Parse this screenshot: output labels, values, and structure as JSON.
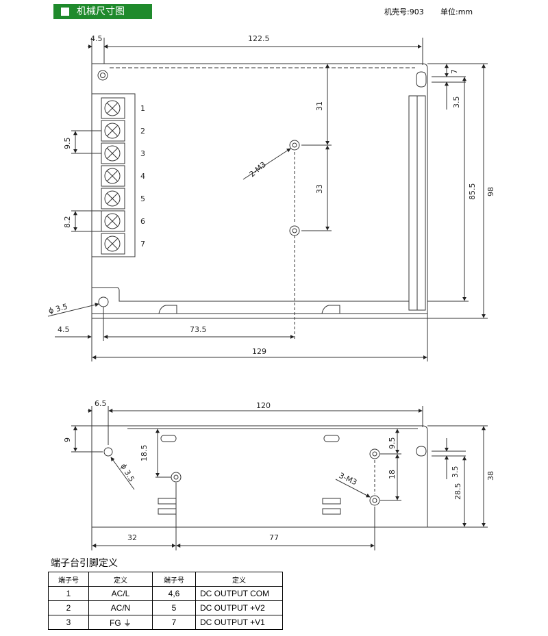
{
  "header": {
    "title": "机械尺寸图",
    "case_number": "机壳号:903",
    "unit": "单位:mm"
  },
  "top_view": {
    "dims": {
      "w_122_5": "122.5",
      "left_4_5_top": "4.5",
      "d_7": "7",
      "d_3_5": "3.5",
      "d_85_5": "85.5",
      "d_98": "98",
      "d_31": "31",
      "d_33": "33",
      "d_9_5": "9.5",
      "d_8_2": "8.2",
      "m3": "2-M3",
      "phi": "ϕ 3.5",
      "left_4_5_bottom": "4.5",
      "d_73_5": "73.5",
      "d_129": "129"
    },
    "terminal_numbers": [
      "1",
      "2",
      "3",
      "4",
      "5",
      "6",
      "7"
    ]
  },
  "side_view": {
    "dims": {
      "d_6_5": "6.5",
      "d_120": "120",
      "d_9": "9",
      "d_18_5": "18.5",
      "phi": "ϕ 3.5",
      "d_9_5": "9.5",
      "d_18": "18",
      "m3": "3-M3",
      "d_3_5": "3.5",
      "d_28_5": "28.5",
      "d_38": "38",
      "d_32": "32",
      "d_77": "77"
    }
  },
  "pin_table": {
    "title": "端子台引脚定义",
    "headers": [
      "端子号",
      "定义",
      "端子号",
      "定义"
    ],
    "rows": [
      [
        "1",
        "AC/L",
        "4,6",
        "DC OUTPUT COM"
      ],
      [
        "2",
        "AC/N",
        "5",
        "DC OUTPUT +V2"
      ],
      [
        "3",
        "FG ⏚",
        "7",
        "DC OUTPUT +V1"
      ]
    ]
  }
}
